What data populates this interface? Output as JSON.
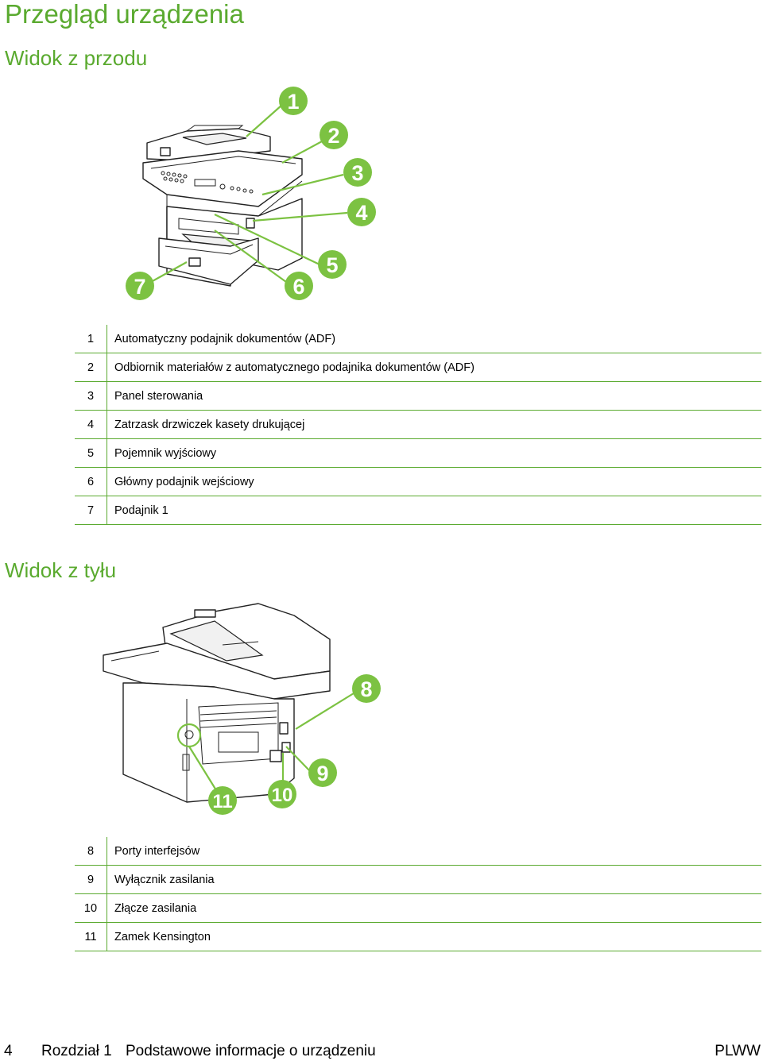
{
  "page": {
    "title": "Przegląd urządzenia",
    "front_heading": "Widok z przodu",
    "rear_heading": "Widok z tyłu"
  },
  "front_callouts": [
    "1",
    "2",
    "3",
    "4",
    "5",
    "6",
    "7"
  ],
  "rear_callouts": [
    "8",
    "9",
    "10",
    "11"
  ],
  "front_items": [
    {
      "num": "1",
      "label": "Automatyczny podajnik dokumentów (ADF)"
    },
    {
      "num": "2",
      "label": "Odbiornik materiałów z automatycznego podajnika dokumentów (ADF)"
    },
    {
      "num": "3",
      "label": "Panel sterowania"
    },
    {
      "num": "4",
      "label": "Zatrzask drzwiczek kasety drukującej"
    },
    {
      "num": "5",
      "label": "Pojemnik wyjściowy"
    },
    {
      "num": "6",
      "label": "Główny podajnik wejściowy"
    },
    {
      "num": "7",
      "label": "Podajnik 1"
    }
  ],
  "rear_items": [
    {
      "num": "8",
      "label": "Porty interfejsów"
    },
    {
      "num": "9",
      "label": "Wyłącznik zasilania"
    },
    {
      "num": "10",
      "label": "Złącze zasilania"
    },
    {
      "num": "11",
      "label": "Zamek Kensington"
    }
  ],
  "footer": {
    "page_number": "4",
    "chapter": "Rozdział 1",
    "chapter_title": "Podstawowe informacje o urządzeniu",
    "locale": "PLWW"
  },
  "colors": {
    "accent": "#5aaa2f",
    "callout": "#7cc242"
  },
  "icons": {
    "front_figure": "printer-front-illustration",
    "rear_figure": "printer-rear-illustration"
  }
}
